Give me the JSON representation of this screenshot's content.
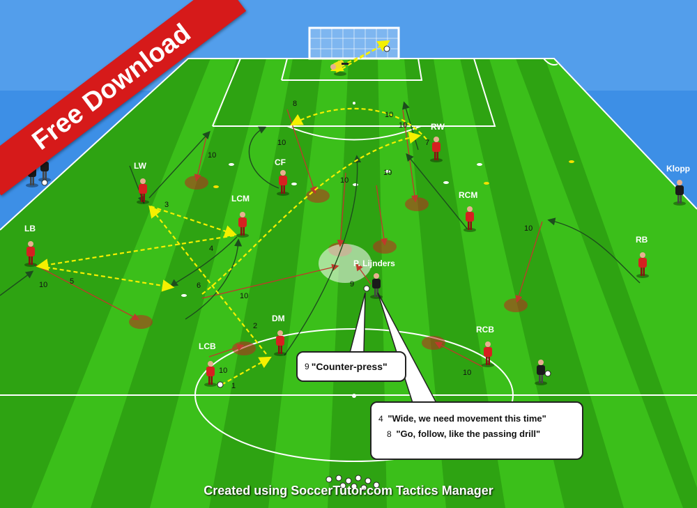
{
  "banner": {
    "text": "Free Download"
  },
  "footer": {
    "credit": "Created using SoccerTutor.com Tactics Manager"
  },
  "colors": {
    "sky": "#3d8fe6",
    "grass_light": "#3bbf1a",
    "grass_dark": "#2ea312",
    "player_red": "#d62020",
    "player_black": "#1a1a1a",
    "keeper_yellow": "#f0e020",
    "pass_yellow": "#f5f000",
    "run_red": "#c0392b",
    "dribble_dark": "#1d4d1d",
    "banner_red": "#d61a1a"
  },
  "players": {
    "lb": {
      "label": "LB"
    },
    "lw": {
      "label": "LW"
    },
    "lcm": {
      "label": "LCM"
    },
    "cf": {
      "label": "CF"
    },
    "rw": {
      "label": "RW"
    },
    "rcm": {
      "label": "RCM"
    },
    "rb": {
      "label": "RB"
    },
    "dm": {
      "label": "DM"
    },
    "lcb": {
      "label": "LCB"
    },
    "rcb": {
      "label": "RCB"
    },
    "coach": {
      "label": "P. Lijnders"
    },
    "klopp": {
      "label": "Klopp"
    }
  },
  "move_numbers": {
    "n1": "1",
    "n2": "2",
    "n3": "3",
    "n4": "4",
    "n5": "5",
    "n6": "6",
    "n7": "7",
    "n8": "8",
    "n9": "9",
    "t1": "10",
    "t2": "10",
    "t3": "10",
    "t4": "10",
    "t5": "10",
    "t6": "10",
    "t7": "10",
    "t8": "10",
    "t9": "10",
    "t10": "10",
    "t11": "10"
  },
  "callouts": {
    "counter_press": {
      "num": "9",
      "text": "\"Counter-press\""
    },
    "wide": {
      "line1_num": "4",
      "line1_text": "\"Wide, we need movement this time\"",
      "line2_num": "8",
      "line2_text": "\"Go, follow, like the passing drill\""
    }
  }
}
